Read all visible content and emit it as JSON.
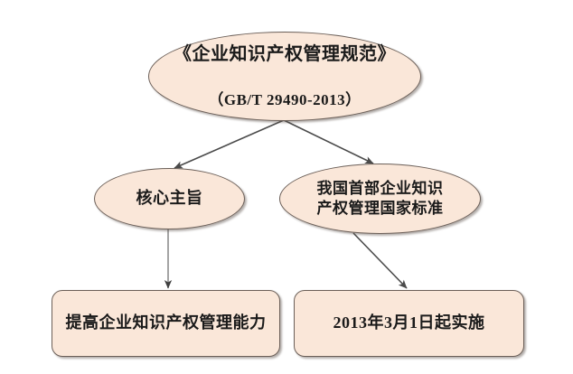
{
  "diagram": {
    "type": "flowchart",
    "background_color": "#ffffff",
    "node_fill_color": "#fae7d9",
    "node_border_color": "#6b5f58",
    "connector_color": "#6e6e6e",
    "nodes": {
      "standard_title": {
        "shape": "ellipse",
        "title_main": "《企业知识产权管理规范》",
        "title_code": "（GB/T 29490-2013）"
      },
      "core_purpose": {
        "shape": "ellipse",
        "label": "核心主旨"
      },
      "first_national_standard": {
        "shape": "ellipse",
        "label": "我国首部企业知识\n产权管理国家标准"
      },
      "improve_capability": {
        "shape": "rounded-rectangle",
        "label": "提高企业知识产权管理能力"
      },
      "effective_date": {
        "shape": "rounded-rectangle",
        "label": "2013年3月1日起实施"
      }
    },
    "connectors": [
      {
        "name": "title-to-core-purpose",
        "from": "standard_title",
        "to": "core_purpose",
        "style": "arrow"
      },
      {
        "name": "title-to-first-national-standard",
        "from": "standard_title",
        "to": "first_national_standard",
        "style": "arrow"
      },
      {
        "name": "core-purpose-to-improve-capability",
        "from": "core_purpose",
        "to": "improve_capability",
        "style": "arrow"
      },
      {
        "name": "first-national-standard-to-effective-date",
        "from": "first_national_standard",
        "to": "effective_date",
        "style": "arrow"
      }
    ]
  }
}
